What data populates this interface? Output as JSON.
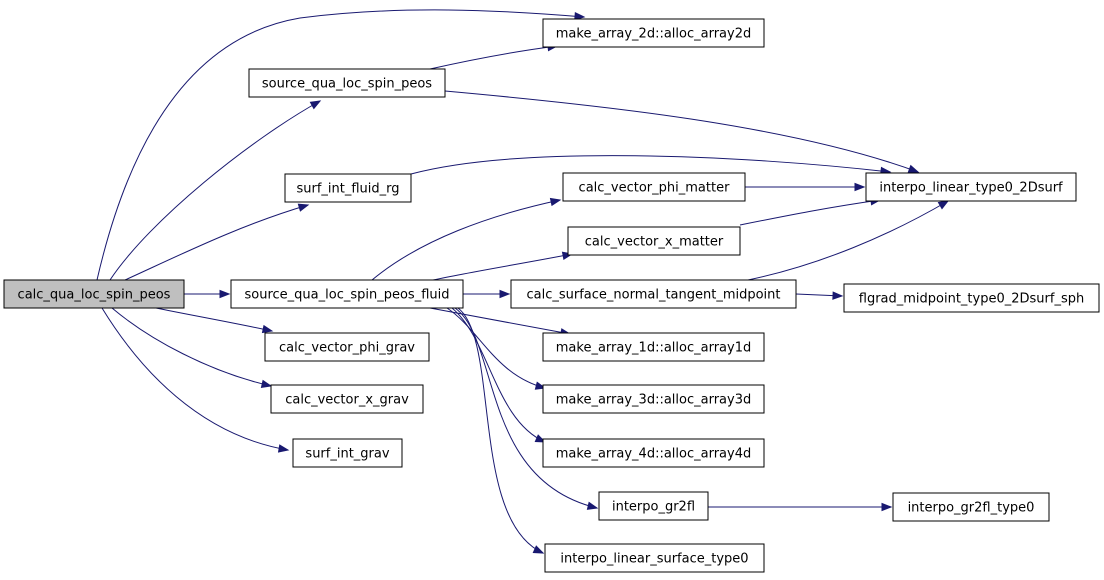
{
  "nodes": {
    "root": "calc_qua_loc_spin_peos",
    "alloc_array2d": "make_array_2d::alloc_array2d",
    "source_qua_loc_spin_peos": "source_qua_loc_spin_peos",
    "interpo_linear_type0_2Dsurf": "interpo_linear_type0_2Dsurf",
    "surf_int_fluid_rg": "surf_int_fluid_rg",
    "calc_vector_phi_matter": "calc_vector_phi_matter",
    "calc_vector_x_matter": "calc_vector_x_matter",
    "source_qua_loc_spin_peos_fluid": "source_qua_loc_spin_peos_fluid",
    "calc_surface_normal_tangent_midpoint": "calc_surface_normal_tangent_midpoint",
    "flgrad_midpoint_type0_2Dsurf_sph": "flgrad_midpoint_type0_2Dsurf_sph",
    "calc_vector_phi_grav": "calc_vector_phi_grav",
    "alloc_array1d": "make_array_1d::alloc_array1d",
    "calc_vector_x_grav": "calc_vector_x_grav",
    "alloc_array3d": "make_array_3d::alloc_array3d",
    "surf_int_grav": "surf_int_grav",
    "alloc_array4d": "make_array_4d::alloc_array4d",
    "interpo_gr2fl": "interpo_gr2fl",
    "interpo_gr2fl_type0": "interpo_gr2fl_type0",
    "interpo_linear_surface_type0": "interpo_linear_surface_type0"
  },
  "edges": [
    [
      "root",
      "alloc_array2d"
    ],
    [
      "root",
      "source_qua_loc_spin_peos"
    ],
    [
      "root",
      "surf_int_fluid_rg"
    ],
    [
      "root",
      "source_qua_loc_spin_peos_fluid"
    ],
    [
      "root",
      "calc_vector_phi_grav"
    ],
    [
      "root",
      "calc_vector_x_grav"
    ],
    [
      "root",
      "surf_int_grav"
    ],
    [
      "source_qua_loc_spin_peos",
      "alloc_array2d"
    ],
    [
      "source_qua_loc_spin_peos",
      "interpo_linear_type0_2Dsurf"
    ],
    [
      "surf_int_fluid_rg",
      "interpo_linear_type0_2Dsurf"
    ],
    [
      "source_qua_loc_spin_peos_fluid",
      "calc_vector_phi_matter"
    ],
    [
      "source_qua_loc_spin_peos_fluid",
      "calc_vector_x_matter"
    ],
    [
      "source_qua_loc_spin_peos_fluid",
      "calc_surface_normal_tangent_midpoint"
    ],
    [
      "source_qua_loc_spin_peos_fluid",
      "alloc_array1d"
    ],
    [
      "source_qua_loc_spin_peos_fluid",
      "alloc_array3d"
    ],
    [
      "source_qua_loc_spin_peos_fluid",
      "alloc_array4d"
    ],
    [
      "source_qua_loc_spin_peos_fluid",
      "interpo_gr2fl"
    ],
    [
      "source_qua_loc_spin_peos_fluid",
      "interpo_linear_surface_type0"
    ],
    [
      "calc_vector_phi_matter",
      "interpo_linear_type0_2Dsurf"
    ],
    [
      "calc_vector_x_matter",
      "interpo_linear_type0_2Dsurf"
    ],
    [
      "calc_surface_normal_tangent_midpoint",
      "interpo_linear_type0_2Dsurf"
    ],
    [
      "calc_surface_normal_tangent_midpoint",
      "flgrad_midpoint_type0_2Dsurf_sph"
    ],
    [
      "interpo_gr2fl",
      "interpo_gr2fl_type0"
    ]
  ]
}
